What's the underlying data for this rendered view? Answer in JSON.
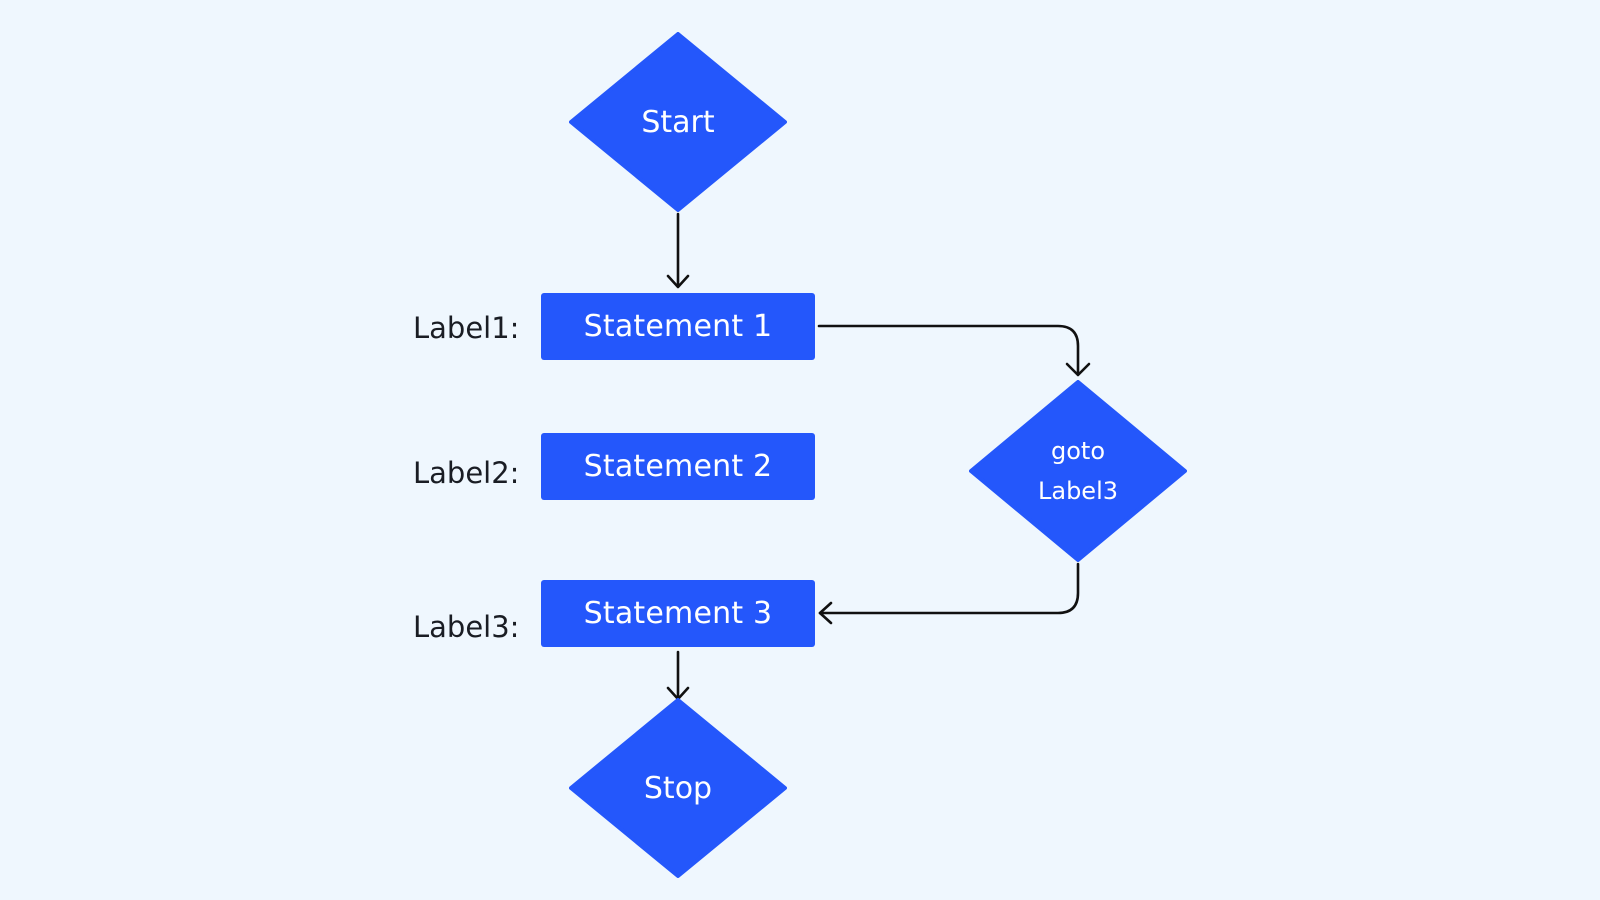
{
  "colors": {
    "node_fill": "#2457fb",
    "node_text": "#ffffff",
    "connector": "#111111",
    "background": "#eff7fe",
    "label_text": "#1a1d24"
  },
  "nodes": {
    "start": {
      "text": "Start"
    },
    "statement1": {
      "text": "Statement 1",
      "label": "Label1:"
    },
    "statement2": {
      "text": "Statement 2",
      "label": "Label2:"
    },
    "statement3": {
      "text": "Statement 3",
      "label": "Label3:"
    },
    "goto": {
      "line1": "goto",
      "line2": "Label3"
    },
    "stop": {
      "text": "Stop"
    }
  },
  "edges": [
    {
      "from": "start",
      "to": "statement1"
    },
    {
      "from": "statement1",
      "to": "goto"
    },
    {
      "from": "goto",
      "to": "statement3"
    },
    {
      "from": "statement3",
      "to": "stop"
    }
  ]
}
